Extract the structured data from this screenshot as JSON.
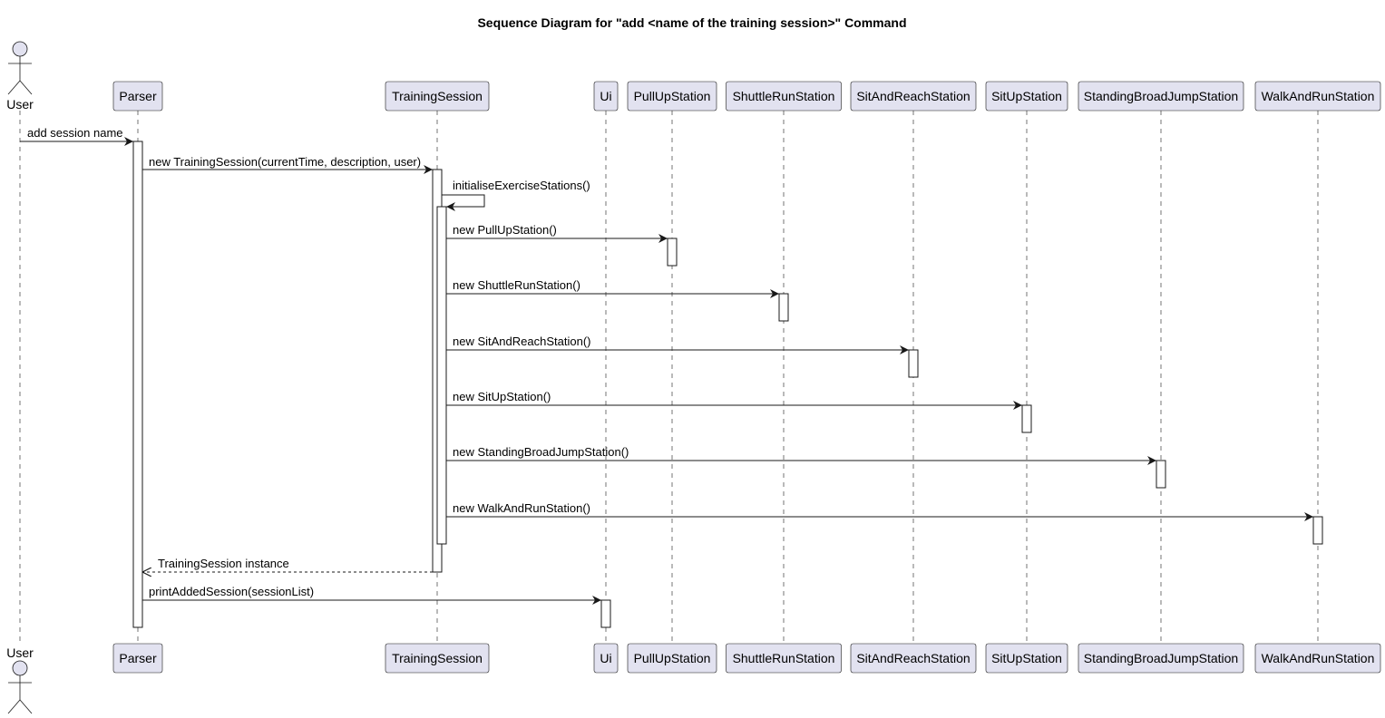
{
  "title": "Sequence Diagram for \"add <name of the training session>\" Command",
  "colors": {
    "participant_fill": "#E2E2F0",
    "line": "#181818",
    "activation_fill": "#FFFFFF"
  },
  "participants": [
    {
      "id": "user",
      "label": "User",
      "kind": "actor"
    },
    {
      "id": "parser",
      "label": "Parser",
      "kind": "participant"
    },
    {
      "id": "training-session",
      "label": "TrainingSession",
      "kind": "participant"
    },
    {
      "id": "ui",
      "label": "Ui",
      "kind": "participant"
    },
    {
      "id": "pull-up-station",
      "label": "PullUpStation",
      "kind": "participant"
    },
    {
      "id": "shuttle-run-station",
      "label": "ShuttleRunStation",
      "kind": "participant"
    },
    {
      "id": "sit-and-reach-station",
      "label": "SitAndReachStation",
      "kind": "participant"
    },
    {
      "id": "sit-up-station",
      "label": "SitUpStation",
      "kind": "participant"
    },
    {
      "id": "standing-broad-jump-station",
      "label": "StandingBroadJumpStation",
      "kind": "participant"
    },
    {
      "id": "walk-and-run-station",
      "label": "WalkAndRunStation",
      "kind": "participant"
    }
  ],
  "messages": [
    {
      "order": 1,
      "from": "user",
      "to": "parser",
      "label": "add session name",
      "style": "sync"
    },
    {
      "order": 2,
      "from": "parser",
      "to": "training-session",
      "label": "new TrainingSession(currentTime, description, user)",
      "style": "sync"
    },
    {
      "order": 3,
      "from": "training-session",
      "to": "training-session",
      "label": "initialiseExerciseStations()",
      "style": "self"
    },
    {
      "order": 4,
      "from": "training-session",
      "to": "pull-up-station",
      "label": "new PullUpStation()",
      "style": "sync"
    },
    {
      "order": 5,
      "from": "training-session",
      "to": "shuttle-run-station",
      "label": "new ShuttleRunStation()",
      "style": "sync"
    },
    {
      "order": 6,
      "from": "training-session",
      "to": "sit-and-reach-station",
      "label": "new SitAndReachStation()",
      "style": "sync"
    },
    {
      "order": 7,
      "from": "training-session",
      "to": "sit-up-station",
      "label": "new SitUpStation()",
      "style": "sync"
    },
    {
      "order": 8,
      "from": "training-session",
      "to": "standing-broad-jump-station",
      "label": "new StandingBroadJumpStation()",
      "style": "sync"
    },
    {
      "order": 9,
      "from": "training-session",
      "to": "walk-and-run-station",
      "label": "new WalkAndRunStation()",
      "style": "sync"
    },
    {
      "order": 10,
      "from": "training-session",
      "to": "parser",
      "label": "TrainingSession instance",
      "style": "return"
    },
    {
      "order": 11,
      "from": "parser",
      "to": "ui",
      "label": "printAddedSession(sessionList)",
      "style": "sync"
    }
  ]
}
